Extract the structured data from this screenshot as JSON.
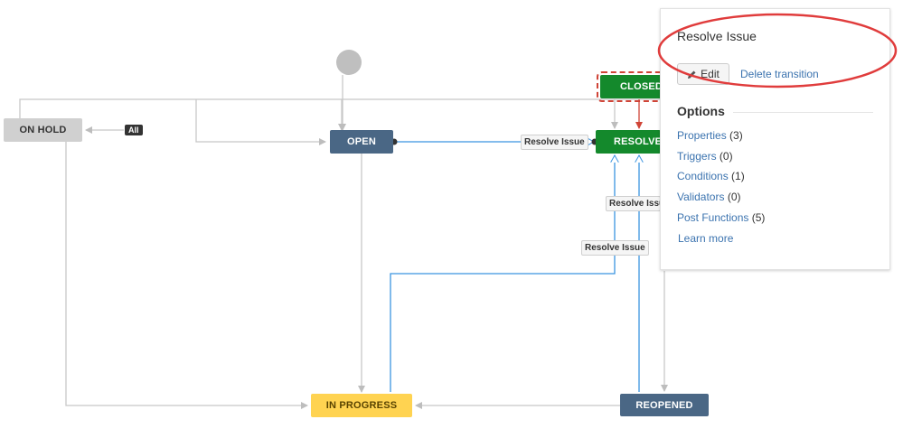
{
  "workflow": {
    "statuses": {
      "on_hold": "ON HOLD",
      "open": "OPEN",
      "closed": "CLOSED",
      "resolved": "RESOLVED",
      "in_progress": "IN PROGRESS",
      "reopened": "REOPENED"
    },
    "all_badge": "All",
    "transition_labels": {
      "open_to_resolved": "Resolve Issue",
      "to_resolved_a": "Resolve Issue",
      "to_resolved_b": "Resolve Issue"
    }
  },
  "panel": {
    "title": "Resolve Issue",
    "edit_label": "Edit",
    "delete_label": "Delete transition",
    "options_heading": "Options",
    "options": [
      {
        "label": "Properties",
        "count": "(3)"
      },
      {
        "label": "Triggers",
        "count": "(0)"
      },
      {
        "label": "Conditions",
        "count": "(1)"
      },
      {
        "label": "Validators",
        "count": "(0)"
      },
      {
        "label": "Post Functions",
        "count": "(5)"
      }
    ],
    "learn_more": "Learn more"
  },
  "colors": {
    "grey_status": "#d0d0d0",
    "blue_status": "#4a6785",
    "green_status": "#14892c",
    "yellow_status": "#ffd351",
    "selected_transition": "#3b94e0",
    "highlight_ellipse": "#e03c3c",
    "link": "#3b73af"
  }
}
